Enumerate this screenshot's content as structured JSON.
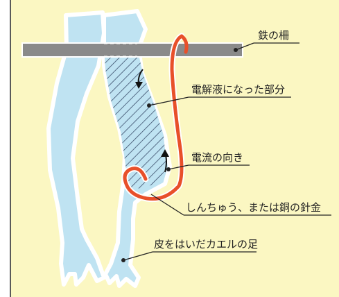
{
  "labels": {
    "iron_bar": "鉄の柵",
    "electrolyte_part": "電解液になった部分",
    "current_direction": "電流の向き",
    "brass_or_copper_wire": "しんちゅう、または銅の針金",
    "frog_leg": "皮をはいだカエルの足"
  },
  "colors": {
    "background": "#fbf7c2",
    "leg": "#bfe3f2",
    "leg_outline": "#ffffff",
    "bar": "#8a8a8a",
    "wire": "#e8502a",
    "text": "#222222"
  },
  "icons": {
    "arrow_up": "current-arrow-up-icon",
    "arrow_down": "current-arrow-down-icon"
  }
}
